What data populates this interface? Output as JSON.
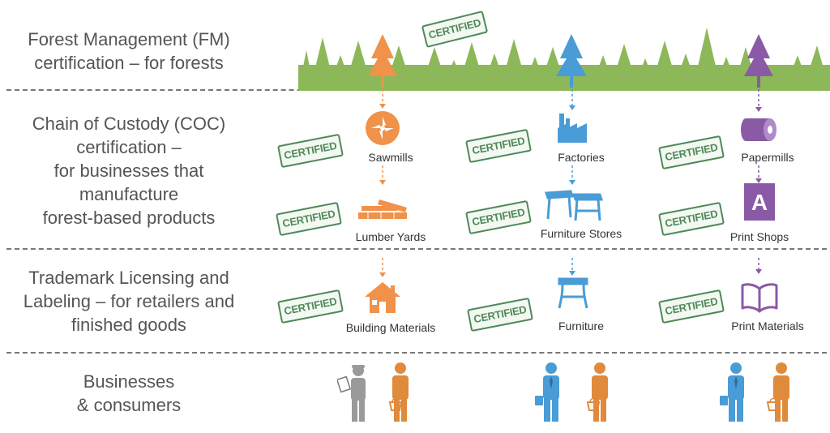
{
  "rows": [
    {
      "lines": [
        "Forest Management (FM)",
        "certification – for forests"
      ]
    },
    {
      "lines": [
        "Chain of Custody (COC)",
        "certification –",
        "for businesses that",
        "manufacture",
        "forest-based products"
      ]
    },
    {
      "lines": [
        "Trademark Licensing and",
        "Labeling – for retailers and",
        "finished goods"
      ]
    },
    {
      "lines": [
        "Businesses",
        "& consumers"
      ]
    }
  ],
  "stamp_text": "CERTIFIED",
  "columns": [
    {
      "coc1": "Sawmills",
      "coc2": "Lumber Yards",
      "product": "Building Materials",
      "color": "#f0924a"
    },
    {
      "coc1": "Factories",
      "coc2": "Furniture Stores",
      "product": "Furniture",
      "color": "#4a9cd6"
    },
    {
      "coc1": "Papermills",
      "coc2": "Print Shops",
      "product": "Print Materials",
      "color": "#8a5aa6"
    }
  ],
  "colors": {
    "forest": "#8db85a",
    "stamp": "#4e8a58",
    "gray_person": "#9a9a9a",
    "orange": "#e08a3c",
    "blue": "#4a9cd6",
    "purple": "#8a5aa6"
  },
  "icons": [
    "tree-icon",
    "saw-blade-icon",
    "factory-icon",
    "paper-roll-icon",
    "lumber-icon",
    "table-icon",
    "letter-a-icon",
    "house-icon",
    "furniture-icon",
    "book-icon",
    "person-icon",
    "shopping-basket-icon"
  ]
}
